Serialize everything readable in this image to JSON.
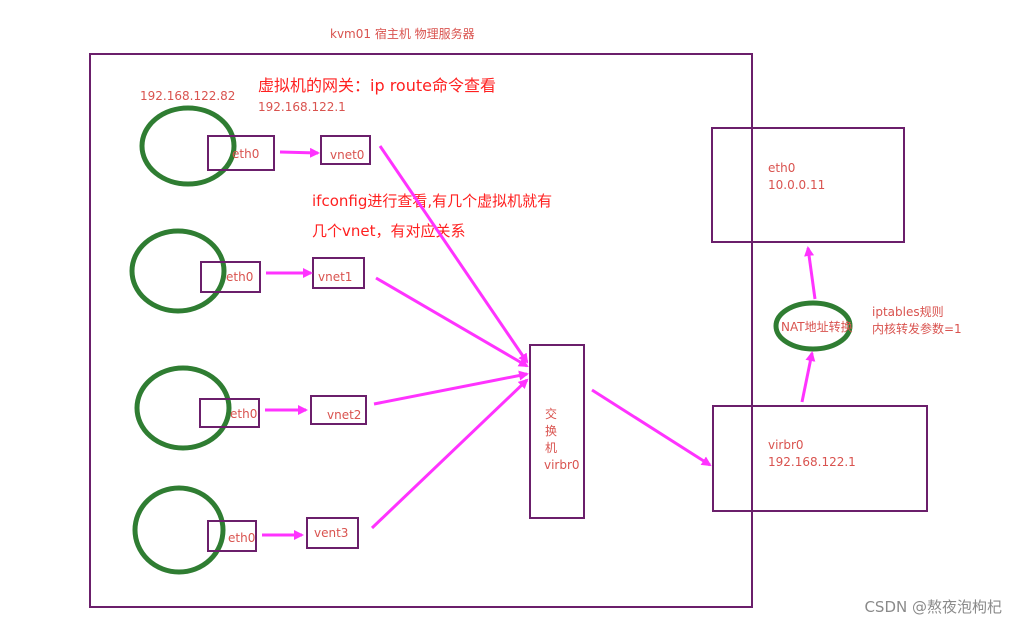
{
  "title": "kvm01  宿主机  物理服务器",
  "gateway_note": "虚拟机的网关：ip route命令查看",
  "gateway_ip": "192.168.122.1",
  "vm_ip": "192.168.122.82",
  "ifconfig_note_line1": "ifconfig进行查看,有几个虚拟机就有",
  "ifconfig_note_line2": "几个vnet，有对应关系",
  "vms": [
    {
      "iface": "eth0",
      "vnet": "vnet0"
    },
    {
      "iface": "eth0",
      "vnet": "vnet1"
    },
    {
      "iface": "eth0",
      "vnet": "vnet2"
    },
    {
      "iface": "eth0",
      "vnet": "vent3"
    }
  ],
  "switch_chars": [
    "交",
    "换",
    "机"
  ],
  "switch_name": "virbr0",
  "virbr0_box": {
    "name": "virbr0",
    "ip": "192.168.122.1"
  },
  "eth0_box": {
    "name": "eth0",
    "ip": "10.0.0.11"
  },
  "nat_label": "NAT地址转换",
  "iptables_line1": "iptables规则",
  "iptables_line2": "内核转发参数=1",
  "watermark": "CSDN @熬夜泡枸杞",
  "colors": {
    "box": "#6b1f6b",
    "circle": "#2f7d32",
    "arrow": "#ff33ff",
    "text": "#d9534f",
    "note": "#ff2020"
  }
}
